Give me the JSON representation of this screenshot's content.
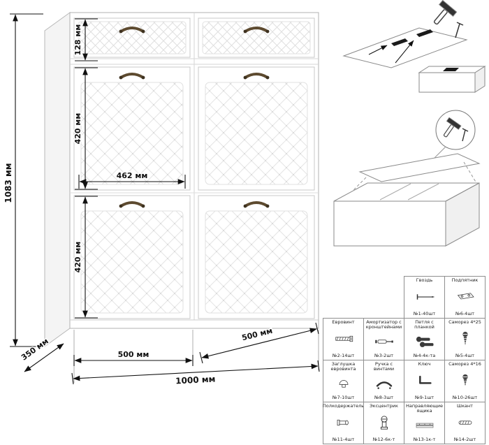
{
  "dims": {
    "total_height": "1083 мм",
    "drawer_height": "128 мм",
    "upper_door_height": "420 мм",
    "door_width": "462 мм",
    "lower_door_height": "420 мм",
    "depth": "350 мм",
    "left_width": "500 мм",
    "right_width": "500 мм",
    "total_width": "1000 мм"
  },
  "colors": {
    "handle": "#5d4a2f",
    "cabinet_line": "#b0b0b0",
    "dimension_line": "#111111"
  },
  "parts": [
    {
      "name": "Гвоздь",
      "qty": "№1-40шт"
    },
    {
      "name": "Подпятник",
      "qty": "№6-4шт"
    },
    {
      "name": "Евровинт",
      "qty": "№2-14шт"
    },
    {
      "name": "Амортизатор с кронштейнами",
      "qty": "№3-2шт"
    },
    {
      "name": "Петля с планкой",
      "qty": "№4-4к-та"
    },
    {
      "name": "Саморез 4*25",
      "qty": "№5-4шт"
    },
    {
      "name": "Заглушка евровинта",
      "qty": "№7-10шт"
    },
    {
      "name": "Ручка с винтами",
      "qty": "№8-3шт"
    },
    {
      "name": "Ключ",
      "qty": "№9-1шт"
    },
    {
      "name": "Саморез 4*16",
      "qty": "№10-26шт"
    },
    {
      "name": "Полкодержатель",
      "qty": "№11-4шт"
    },
    {
      "name": "Эксцентрик",
      "qty": "№12-6к-т"
    },
    {
      "name": "Направляющие ящика",
      "qty": "№13-1к-т"
    },
    {
      "name": "Шкант",
      "qty": "№14-2шт"
    }
  ]
}
